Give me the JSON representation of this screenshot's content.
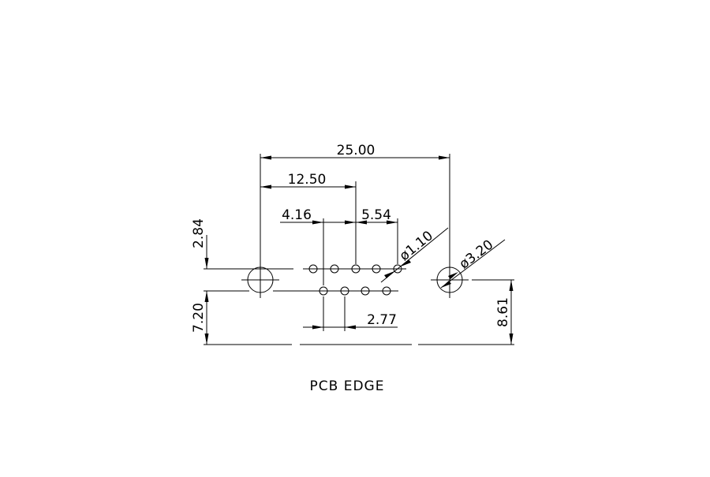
{
  "drawing": {
    "dimensions": {
      "overall_width": "25.00",
      "half_width": "12.50",
      "left_offset": "4.16",
      "right_offset": "5.54",
      "small_hole_diameter": "ø1.10",
      "mount_hole_diameter": "ø3.20",
      "top_row_height": "2.84",
      "bottom_height": "7.20",
      "mount_hole_height": "8.61",
      "row_pitch": "2.77"
    },
    "caption": "PCB  EDGE",
    "colors": {
      "line": "#000000",
      "background": "#ffffff"
    }
  }
}
